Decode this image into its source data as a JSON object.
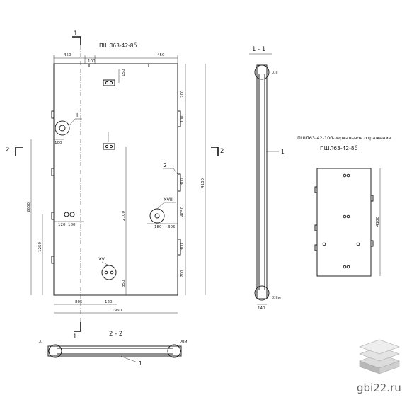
{
  "main_title": "ПШЛ63-42-8б",
  "mirror_title": {
    "line1": "ПШЛ63-42-10б-зеркальное отражение",
    "line2": "ПШЛ63-42-8б"
  },
  "section_1_1": "1 - 1",
  "section_2_2": "2 - 2",
  "cut_labels": {
    "one": "1",
    "two": "2"
  },
  "callouts": {
    "I": "I",
    "XVIII": "XVIII",
    "XV": "XV",
    "XIII": "XIII",
    "XIII_m": "XIIIм",
    "XI": "XI",
    "XI_m": "XIм",
    "two": "2",
    "one": "1"
  },
  "dims": {
    "top_left": "450",
    "top_mid": "100",
    "top_right": "450",
    "insert_top": "150",
    "left_100": "100",
    "right_700_top": "700",
    "right_300_a": "300",
    "right_300_b": "300",
    "right_4050": "4050",
    "right_300_c": "300",
    "right_700_bot": "700",
    "overall_h": "4180",
    "left_2650": "2650",
    "left_1250": "1250",
    "inner_2100": "2100",
    "inner_350": "350",
    "bot_120a": "120",
    "bot_180": "180",
    "d_180": "180",
    "d_305": "305",
    "bot_805": "805",
    "bot_120b": "120",
    "bot_1960": "1960",
    "sect_140": "140",
    "mirror_4180": "4180"
  },
  "watermark": "gbi22.ru"
}
